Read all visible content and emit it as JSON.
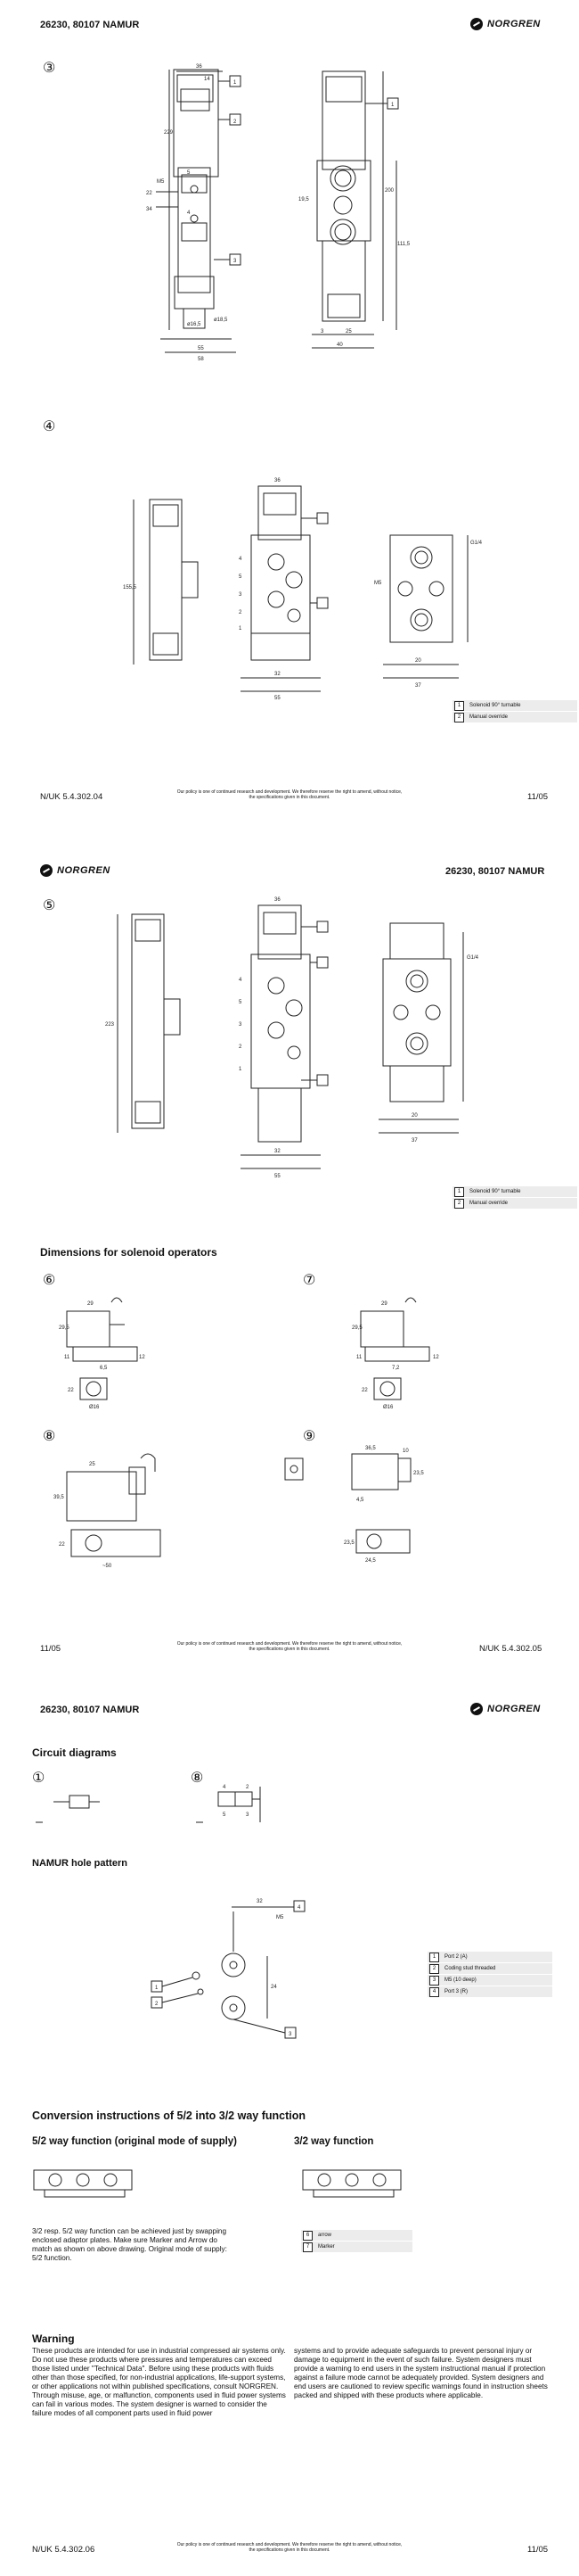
{
  "page1": {
    "header": {
      "title": "26230, 80107 NAMUR",
      "logo_text": "NORGREN"
    },
    "fig3": {
      "number": "③",
      "dims": [
        "36",
        "14",
        "22",
        "34",
        "M5",
        "5",
        "4",
        "55",
        "1",
        "3",
        "ø18,5",
        "ø16,5",
        "25",
        "111,5",
        "19,5",
        "1",
        "2",
        "3",
        "40",
        "58",
        "200",
        "229"
      ]
    },
    "fig4": {
      "number": "④",
      "dims": [
        "36",
        "155,5",
        "4",
        "5",
        "3",
        "2",
        "1",
        "32",
        "55",
        "20",
        "37",
        "G1/4",
        "M5"
      ]
    },
    "legend": [
      {
        "num": "1",
        "label": "Solenoid 90° turnable"
      },
      {
        "num": "2",
        "label": "Manual override"
      }
    ],
    "footer": {
      "code": "N/UK 5.4.302.04",
      "policy": "Our policy is one of continued research and development. We therefore reserve the right to amend, without notice, the specifications given in this document.",
      "date": "11/05"
    }
  },
  "page2": {
    "header": {
      "title": "26230, 80107 NAMUR",
      "logo_text": "NORGREN"
    },
    "fig5": {
      "number": "⑤",
      "dims": [
        "36",
        "223",
        "4",
        "5",
        "3",
        "2",
        "1",
        "32",
        "55",
        "20",
        "37",
        "G1/4"
      ]
    },
    "legend": [
      {
        "num": "1",
        "label": "Solenoid 90° turnable"
      },
      {
        "num": "2",
        "label": "Manual override"
      }
    ],
    "section_title": "Dimensions for solenoid operators",
    "fig6": {
      "number": "⑥",
      "dims": [
        "29",
        "29,5",
        "11",
        "6,5",
        "12",
        "22",
        "Ø16"
      ]
    },
    "fig7": {
      "number": "⑦",
      "dims": [
        "29",
        "29,5",
        "11",
        "7,2",
        "12",
        "22",
        "Ø16"
      ]
    },
    "fig8": {
      "number": "⑧",
      "dims": [
        "25",
        "39,5",
        "22",
        "~50"
      ]
    },
    "fig9": {
      "number": "⑨",
      "dims": [
        "36,5",
        "10",
        "23,5",
        "4,5",
        "23,5",
        "24,5"
      ]
    },
    "footer": {
      "date": "11/05",
      "policy": "Our policy is one of continued research and development. We therefore reserve the right to amend, without notice, the specifications given in this document.",
      "code": "N/UK 5.4.302.05"
    }
  },
  "page3": {
    "header": {
      "title": "26230, 80107 NAMUR",
      "logo_text": "NORGREN"
    },
    "circuit_title": "Circuit diagrams",
    "circuit1": {
      "number": "①"
    },
    "circuit8": {
      "number": "⑧",
      "labels": [
        "4",
        "2",
        "5",
        "3"
      ]
    },
    "namur_title": "NAMUR hole pattern",
    "namur_dims": [
      "32",
      "M5",
      "24",
      "1",
      "2",
      "3",
      "4"
    ],
    "namur_legend": [
      {
        "num": "1",
        "label": "Port 2 (A)"
      },
      {
        "num": "2",
        "label": "Coding stud threaded"
      },
      {
        "num": "3",
        "label": "M5 (10 deep)"
      },
      {
        "num": "4",
        "label": "Port 3 (R)"
      }
    ],
    "conversion_title": "Conversion instructions of 5/2 into 3/2 way function",
    "conv_52_title": "5/2 way function (original mode of supply)",
    "conv_32_title": "3/2 way function",
    "conv_text": "3/2 resp. 5/2 way function can be achieved just by swapping enclosed adaptor plates. Make sure Marker and Arrow do match as shown on above drawing. Original mode of supply: 5/2 function.",
    "conv_legend": [
      {
        "num": "6",
        "label": "arrow"
      },
      {
        "num": "7",
        "label": "Marker"
      }
    ],
    "warning_title": "Warning",
    "warning_col1": "These products are intended for use in industrial compressed air systems only. Do not use these products where pressures and temperatures can exceed those listed under \"Technical Data\". Before using these products with fluids other than those specified, for non-industrial applications, life-support systems, or other applications not within published specifications, consult NORGREN. Through misuse, age, or malfunction, components used in fluid power systems can fail in various modes. The system designer is warned to consider the failure modes of all component parts used in fluid power",
    "warning_col2": "systems and to provide adequate safeguards to prevent personal injury or damage to equipment in the event of such failure. System designers must provide a warning to end users in the system instructional manual if protection against a failure mode cannot be adequately provided. System designers and end users are cautioned to review specific warnings found in instruction sheets packed and shipped with these products where applicable.",
    "footer": {
      "code": "N/UK 5.4.302.06",
      "policy": "Our policy is one of continued research and development. We therefore reserve the right to amend, without notice, the specifications given in this document.",
      "date": "11/05"
    }
  }
}
